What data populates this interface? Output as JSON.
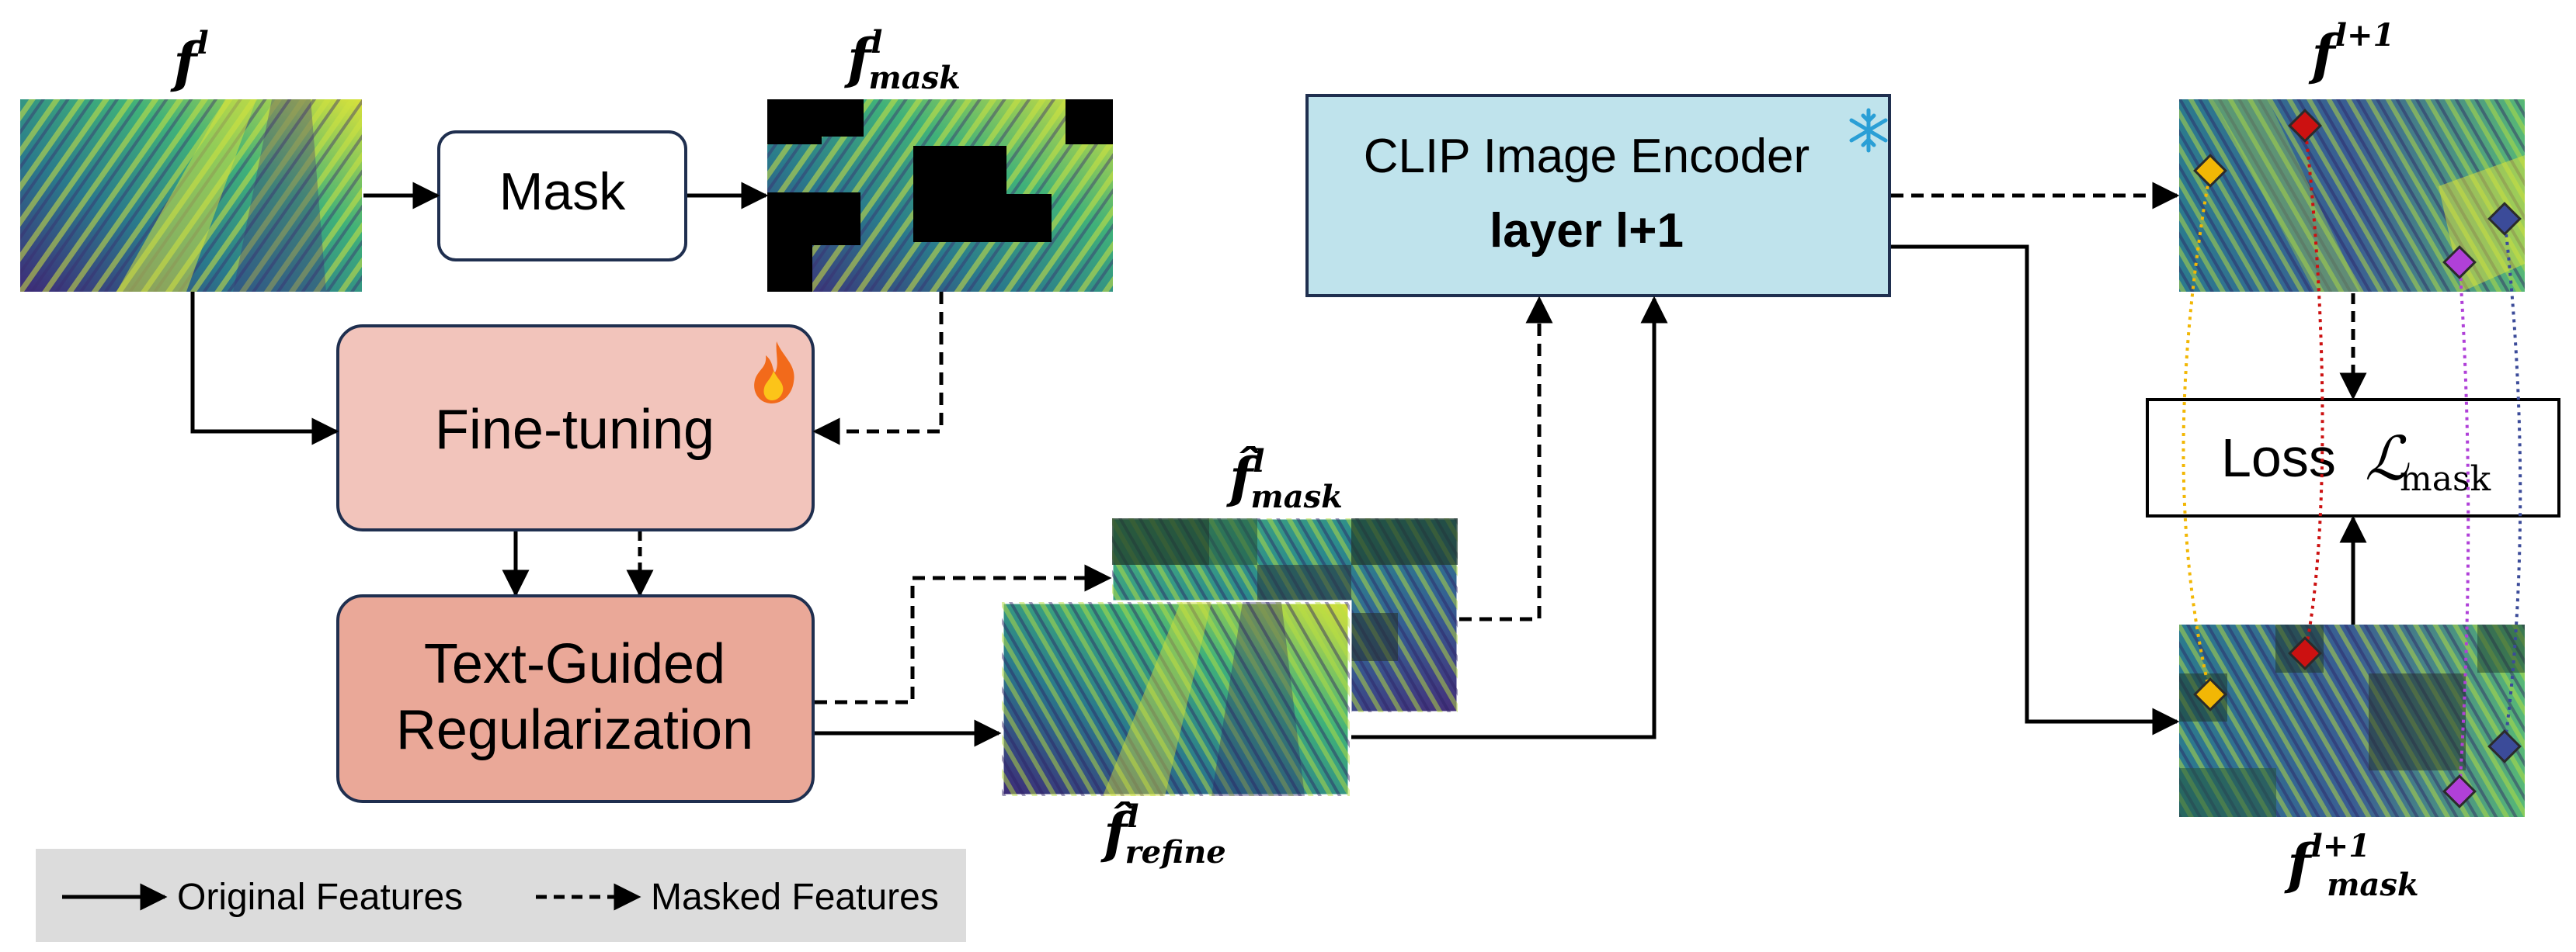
{
  "features": {
    "f_l": {
      "symbol": "f",
      "sup": "l",
      "sub": ""
    },
    "f_mask": {
      "symbol": "f",
      "sup": "l",
      "sub": "mask"
    },
    "f_hat_mask": {
      "symbol": "f̂",
      "sup": "l",
      "sub": "mask"
    },
    "f_hat_refine": {
      "symbol": "f̂",
      "sup": "l",
      "sub": "refine"
    },
    "f_next": {
      "symbol": "f",
      "sup": "l+1",
      "sub": ""
    },
    "f_next_mask": {
      "symbol": "f",
      "sup": "l+1",
      "sub": "mask"
    }
  },
  "blocks": {
    "mask": "Mask",
    "finetune": "Fine-tuning",
    "tgr_line1": "Text-Guided",
    "tgr_line2": "Regularization",
    "clip_line1": "CLIP Image Encoder",
    "clip_line2": "layer l+1",
    "loss_word": "Loss",
    "loss_symbol": "ℒ",
    "loss_sub": "mask"
  },
  "legend": {
    "original": "Original Features",
    "masked": "Masked Features"
  },
  "icons": {
    "fire": "fire-icon",
    "snowflake": "snowflake-icon"
  },
  "colors": {
    "finetune_fill": "#f2c4bb",
    "tgr_fill": "#eaa898",
    "clip_fill": "#bfe3ec",
    "legend_fill": "#dcdcdc",
    "snow": "#2a9fd6",
    "diamond_yellow": "#f2b705",
    "diamond_red": "#cc1111",
    "diamond_purple": "#b040d8",
    "diamond_blue": "#3b4b99"
  }
}
